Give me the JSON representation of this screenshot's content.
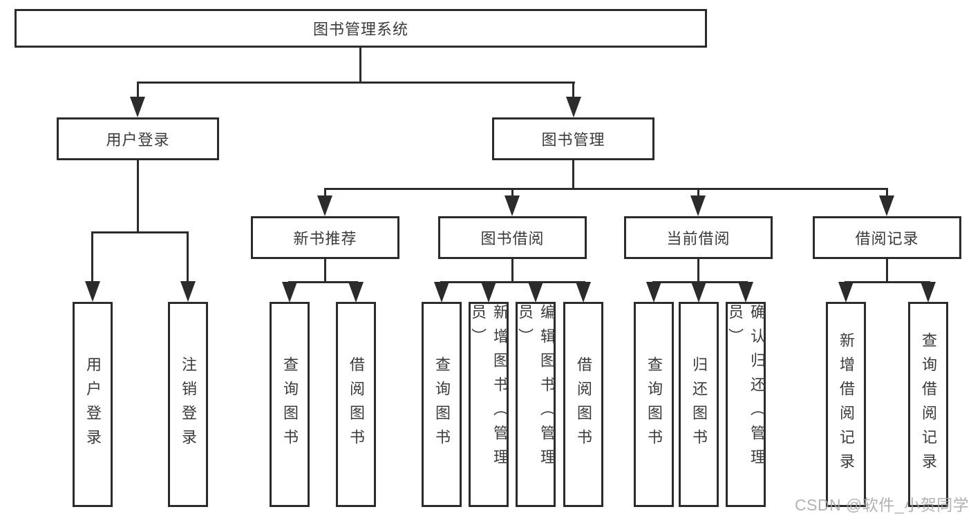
{
  "tree": {
    "root": "图书管理系统",
    "user_login": {
      "label": "用户登录",
      "children": [
        "用户登录",
        "注销登录"
      ]
    },
    "book_mgmt": {
      "label": "图书管理"
    },
    "new_book": {
      "label": "新书推荐",
      "children": [
        "查询图书",
        "借阅图书"
      ]
    },
    "book_borrow": {
      "label": "图书借阅",
      "children": [
        "查询图书",
        "新增图书（管理员）",
        "编辑图书（管理员）",
        "借阅图书"
      ]
    },
    "current_borrow": {
      "label": "当前借阅",
      "children": [
        "查询图书",
        "归还图书",
        "确认归还（管理员）"
      ]
    },
    "borrow_record": {
      "label": "借阅记录",
      "children": [
        "新增借阅记录",
        "查询借阅记录"
      ]
    }
  },
  "watermark": "CSDN @软件_小贺同学",
  "colors": {
    "line": "#2b2b2b",
    "text": "#3a3a3a",
    "watermark": "#a5a5a5"
  }
}
